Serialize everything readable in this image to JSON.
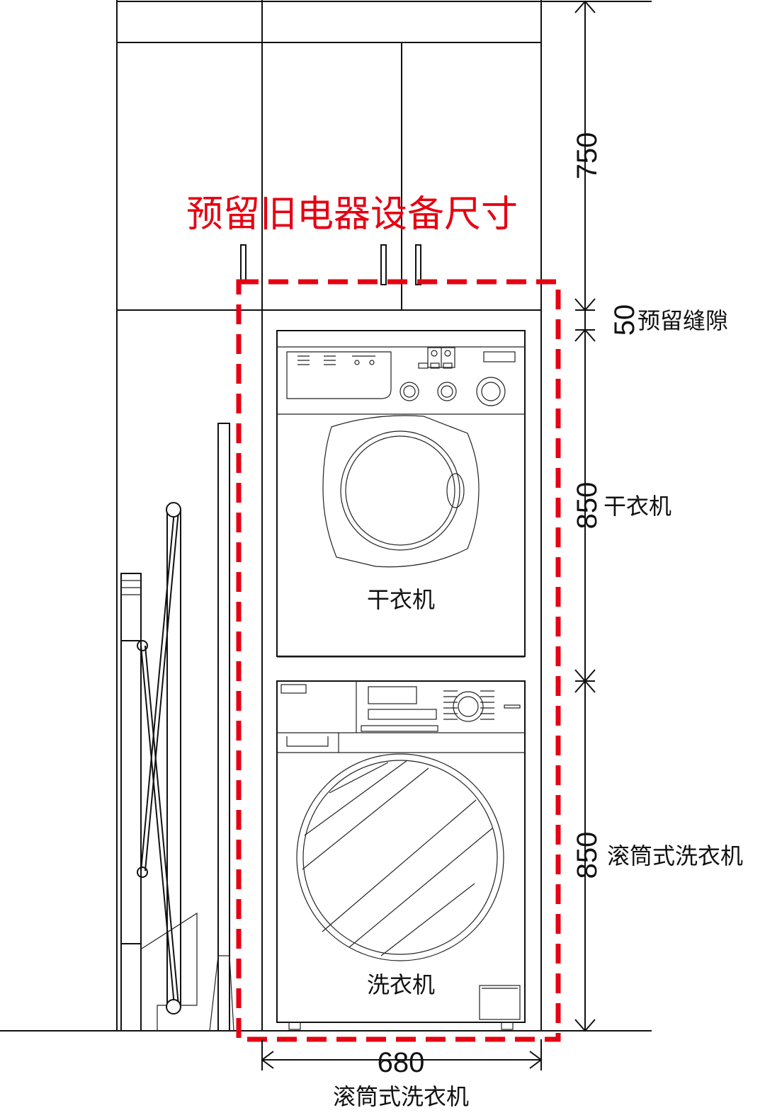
{
  "title": "预留旧电器设备尺寸",
  "dimensions": {
    "cabinet_height": "750",
    "gap": "50",
    "gap_label": "预留缝隙",
    "dryer_height": "850",
    "dryer_label": "干衣机",
    "washer_height": "850",
    "washer_label": "滚筒式洗衣机",
    "width": "680",
    "width_label": "滚筒式洗衣机"
  },
  "appliances": {
    "dryer_text": "干衣机",
    "washer_text": "洗衣机"
  },
  "colors": {
    "line": "#111111",
    "reserved_outline": "#e60012"
  }
}
